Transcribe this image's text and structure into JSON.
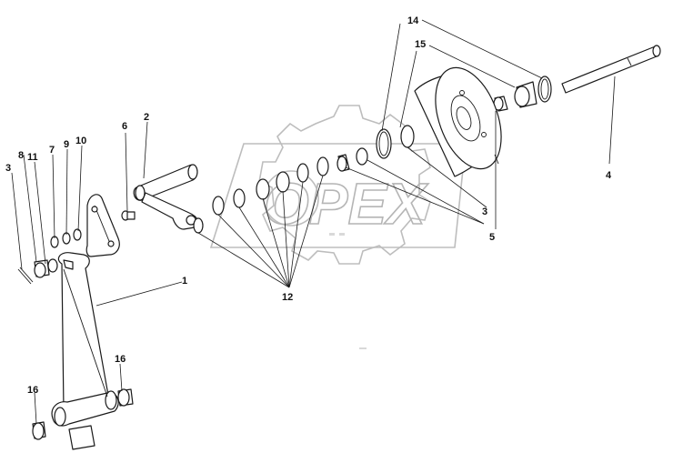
{
  "watermark": {
    "text": "OPEX",
    "color": "#b5b5b5"
  },
  "callouts": [
    {
      "id": "c1",
      "label": "1"
    },
    {
      "id": "c2",
      "label": "2"
    },
    {
      "id": "c3a",
      "label": "3"
    },
    {
      "id": "c3b",
      "label": "3"
    },
    {
      "id": "c4",
      "label": "4"
    },
    {
      "id": "c5",
      "label": "5"
    },
    {
      "id": "c6",
      "label": "6"
    },
    {
      "id": "c7",
      "label": "7"
    },
    {
      "id": "c8",
      "label": "8"
    },
    {
      "id": "c9",
      "label": "9"
    },
    {
      "id": "c10",
      "label": "10"
    },
    {
      "id": "c11",
      "label": "11"
    },
    {
      "id": "c12",
      "label": "12"
    },
    {
      "id": "c14",
      "label": "14"
    },
    {
      "id": "c15",
      "label": "15"
    },
    {
      "id": "c16a",
      "label": "16"
    },
    {
      "id": "c16b",
      "label": "16"
    }
  ]
}
